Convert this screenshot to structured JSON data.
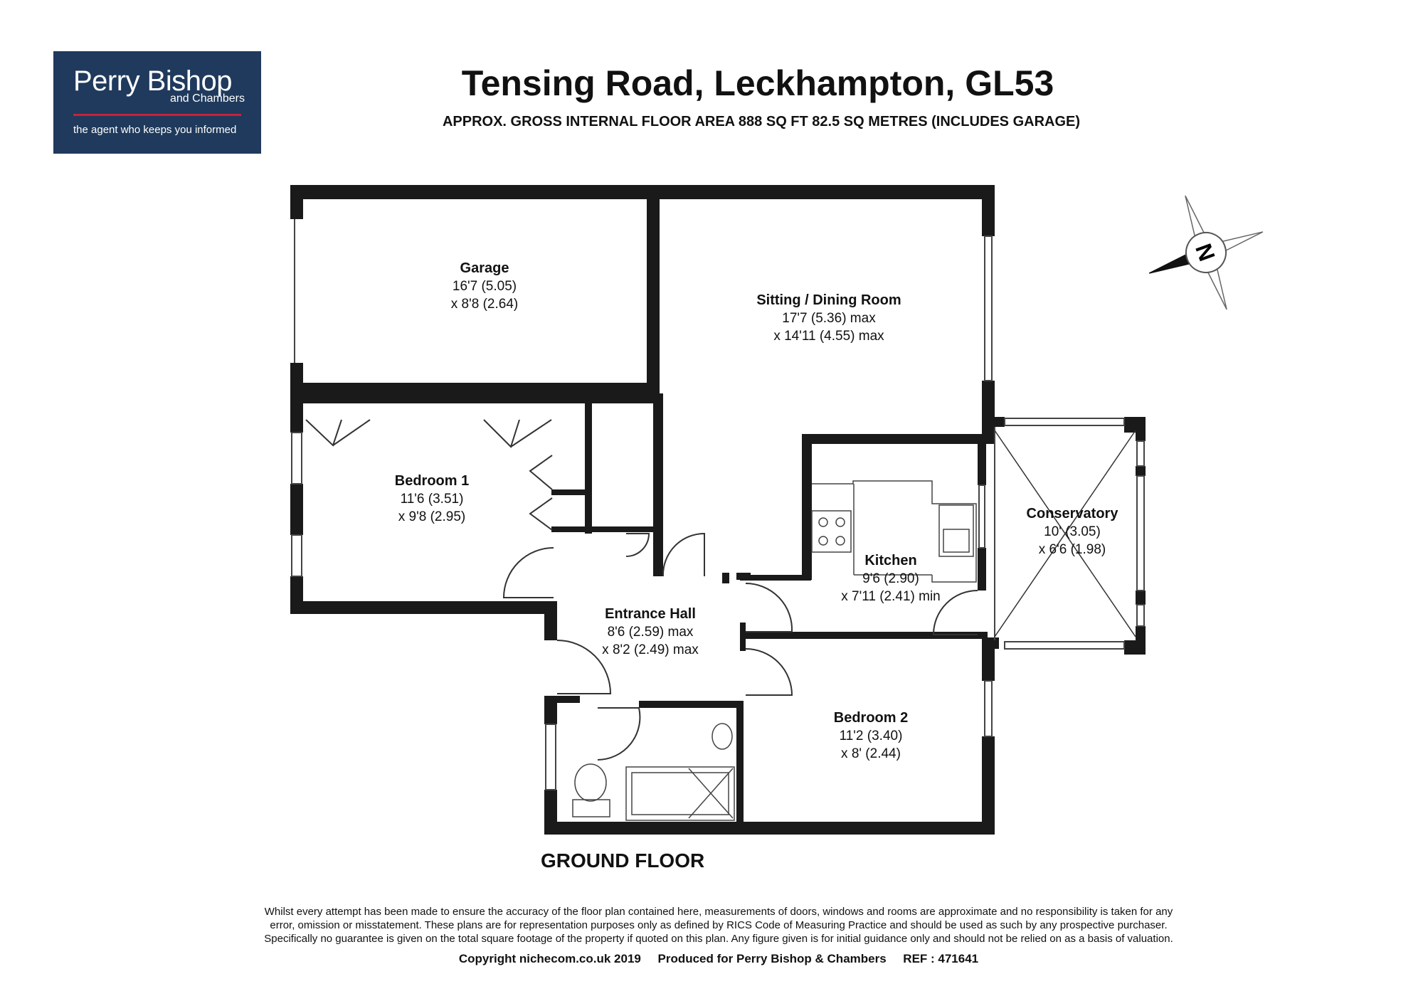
{
  "logo": {
    "name": "Perry Bishop",
    "sub": "and Chambers",
    "tagline": "the agent who keeps you informed"
  },
  "title": "Tensing Road, Leckhampton, GL53",
  "subtitle": "APPROX. GROSS INTERNAL FLOOR AREA 888 SQ FT 82.5 SQ METRES (INCLUDES GARAGE)",
  "compass_letter": "N",
  "rooms": {
    "garage": {
      "name": "Garage",
      "dim1": "16'7 (5.05)",
      "dim2": "x 8'8 (2.64)"
    },
    "sitting": {
      "name": "Sitting / Dining Room",
      "dim1": "17'7 (5.36) max",
      "dim2": "x 14'11 (4.55) max"
    },
    "bedroom1": {
      "name": "Bedroom 1",
      "dim1": "11'6 (3.51)",
      "dim2": "x 9'8 (2.95)"
    },
    "kitchen": {
      "name": "Kitchen",
      "dim1": "9'6 (2.90)",
      "dim2": "x 7'11 (2.41) min"
    },
    "conservatory": {
      "name": "Conservatory",
      "dim1": "10' (3.05)",
      "dim2": "x 6'6 (1.98)"
    },
    "hall": {
      "name": "Entrance Hall",
      "dim1": "8'6 (2.59) max",
      "dim2": "x 8'2 (2.49) max"
    },
    "bedroom2": {
      "name": "Bedroom 2",
      "dim1": "11'2 (3.40)",
      "dim2": "x 8' (2.44)"
    }
  },
  "floor_label": "GROUND FLOOR",
  "disclaimer": [
    "Whilst every attempt has been made to ensure the accuracy of the floor plan contained here, measurements of doors, windows and rooms are approximate and no responsibility is taken for any",
    "error, omission or misstatement. These plans are for representation purposes only as defined by RICS Code of Measuring Practice and should be used as such by any prospective purchaser.",
    "Specifically no guarantee is given on the total square footage of the property if quoted on this plan. Any figure given is for initial guidance only and should not be relied on as a basis of valuation."
  ],
  "credit": "Copyright nichecom.co.uk 2019     Produced for Perry Bishop & Chambers     REF : 471641",
  "colors": {
    "logo_bg": "#1f3a5c",
    "logo_rule": "#c9223a",
    "wall": "#1a1a1a"
  }
}
